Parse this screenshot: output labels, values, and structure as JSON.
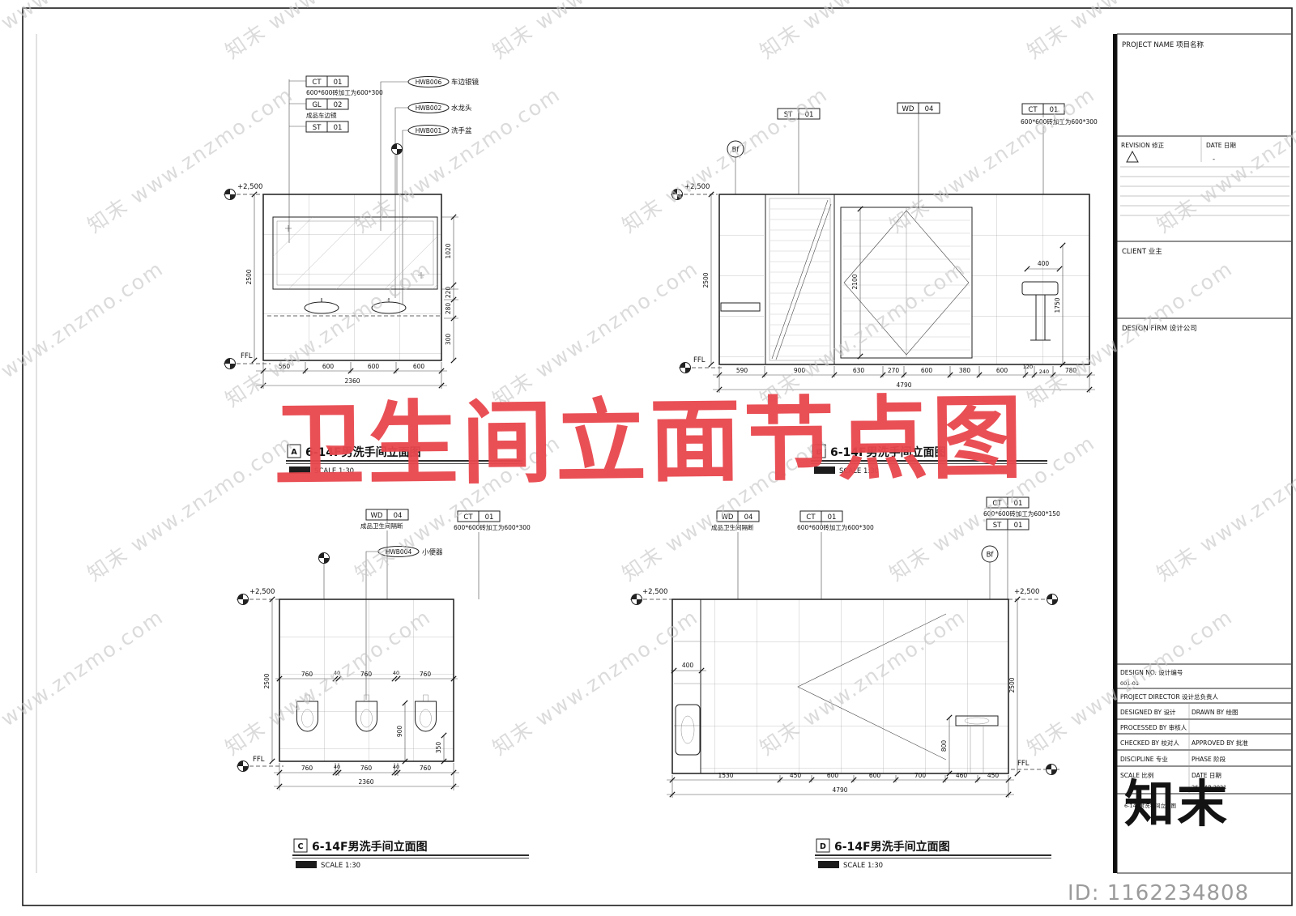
{
  "sheet": {
    "red_stamp_title": "卫生间立面节点图",
    "watermark_text": "知末 www.znzmo.com",
    "logo_text": "知末",
    "id_text": "ID: 1162234808"
  },
  "titleblock": {
    "project_name": "PROJECT NAME 项目名称",
    "revision_label": "REVISION 修正",
    "revision_date_label": "DATE 日期",
    "revision_value": "-",
    "client_label": "CLIENT 业主",
    "design_firm_label": "DESIGN FIRM 设计公司",
    "design_no_label": "DESIGN NO. 设计编号",
    "design_no_value": "001-01",
    "project_director_label": "PROJECT DIRECTOR 设计总负责人",
    "designed_by_label": "DESIGNED BY 设计",
    "drawn_by_label": "DRAWN BY 绘图",
    "processed_by_label": "PROCESSED BY 审核人",
    "checked_by_label": "CHECKED BY 校对人",
    "approved_by_label": "APPROVED BY 批准",
    "discipline_label": "DISCIPLINE 专业",
    "phase_label": "PHASE 阶段",
    "scale_label": "SCALE 比例",
    "date_label": "DATE 日期",
    "date_value": "26 MAR.2021",
    "sheet_title": "6-14F男洗手间立面图"
  },
  "a": {
    "letter": "A",
    "title": "6-14F男洗手间立面图",
    "scale": "SCALE 1:30",
    "level": "+2,500",
    "ffl": "FFL",
    "tags": [
      {
        "code": "CT",
        "num": "01",
        "note": "600*600砖加工为600*300"
      },
      {
        "code": "GL",
        "num": "02",
        "note": "成品车边镜"
      },
      {
        "code": "ST",
        "num": "01",
        "note": ""
      }
    ],
    "callouts": [
      {
        "code": "HWB006",
        "label": "车边银镜"
      },
      {
        "code": "HWB002",
        "label": "水龙头"
      },
      {
        "code": "HWB001",
        "label": "洗手盆"
      }
    ],
    "dim_left": "2500",
    "dims_right": [
      "1020",
      "220",
      "280",
      "300"
    ],
    "dims_bottom": [
      "560",
      "600",
      "600",
      "600"
    ],
    "dim_total": "2360"
  },
  "b": {
    "letter": "B",
    "title": "6-14F男洗手间立面图",
    "scale": "SCALE 1:30",
    "level": "+2,500",
    "ffl": "FFL",
    "marker": "Bf",
    "tags": [
      {
        "code": "ST",
        "num": "01",
        "note": ""
      },
      {
        "code": "WD",
        "num": "04",
        "note": ""
      },
      {
        "code": "CT",
        "num": "01",
        "note": "600*600砖加工为600*300"
      }
    ],
    "dim_left": "2500",
    "dim_partition_height": "2100",
    "dim_shelf": "400",
    "dim_fixture_height": "1750",
    "dims_bottom": [
      "590",
      "900",
      "630",
      "270",
      "600",
      "380",
      "600",
      "120",
      "240",
      "780"
    ],
    "dim_total": "4790"
  },
  "c": {
    "letter": "C",
    "title": "6-14F男洗手间立面图",
    "scale": "SCALE 1:30",
    "level": "+2,500",
    "ffl": "FFL",
    "tags": [
      {
        "code": "WD",
        "num": "04",
        "note": "成品卫生间隔断"
      },
      {
        "code": "CT",
        "num": "01",
        "note": "600*600砖加工为600*300"
      }
    ],
    "callout": {
      "code": "HWB004",
      "label": "小便器"
    },
    "dim_left": "2500",
    "dim_urinal_height": "900",
    "dim_skirting": "350",
    "dims_inner": [
      "760",
      "40",
      "760",
      "40",
      "760"
    ],
    "dims_bottom": [
      "760",
      "40",
      "760",
      "40",
      "760"
    ],
    "dim_total": "2360"
  },
  "d": {
    "letter": "D",
    "title": "6-14F男洗手间立面图",
    "scale": "SCALE 1:30",
    "level_left": "+2,500",
    "level_right": "+2,500",
    "ffl": "FFL",
    "marker": "Bf",
    "tags": [
      {
        "code": "WD",
        "num": "04",
        "note": "成品卫生间隔断"
      },
      {
        "code": "CT",
        "num": "01",
        "note": "600*600砖加工为600*300"
      },
      {
        "code": "CT",
        "num": "01",
        "note": "600*600砖加工为600*150"
      },
      {
        "code": "ST",
        "num": "01",
        "note": ""
      }
    ],
    "dim_right": "2500",
    "dim_400": "400",
    "dim_800": "800",
    "dims_bottom": [
      "1530",
      "450",
      "600",
      "600",
      "700",
      "460",
      "450"
    ],
    "dim_total": "4790"
  }
}
